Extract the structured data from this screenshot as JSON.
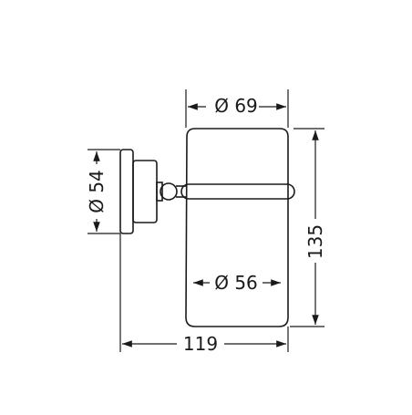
{
  "dimensions": {
    "top_diameter": "Ø 69",
    "inner_diameter": "Ø 56",
    "base_diameter": "Ø 54",
    "height": "135",
    "depth": "119"
  },
  "colors": {
    "ink": "#1a1a1a",
    "background": "#ffffff"
  }
}
